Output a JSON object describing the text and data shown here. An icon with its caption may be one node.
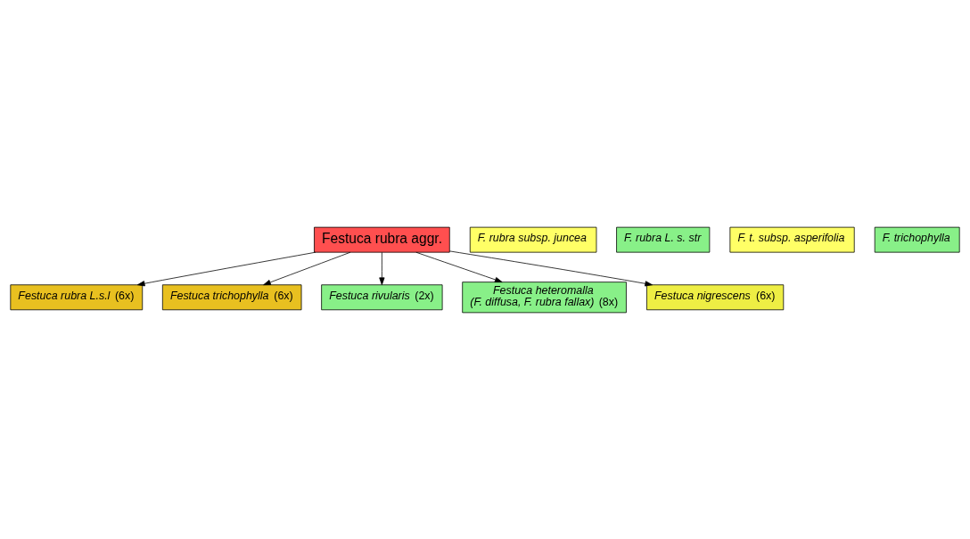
{
  "diagram": {
    "nodes": [
      {
        "text": [
          "Festuca rubra aggr."
        ]
      },
      {
        "text": [
          "*Festuca rubra L.s.l* (6x)"
        ]
      },
      {
        "text": [
          "*Festuca trichophylla* (6x)"
        ]
      },
      {
        "text": [
          "*F. rubra subsp. juncea*"
        ]
      },
      {
        "text": [
          "*F. rubra L. s. str*"
        ]
      },
      {
        "text": [
          "*F. t. subsp. asperifolia*"
        ]
      },
      {
        "text": [
          "*F. trichophylla*"
        ]
      },
      {
        "text": [
          "*Festuca rivularis* (2x)"
        ]
      },
      {
        "text": [
          "*Festuca heteromalla*",
          "*(F. diffusa, F. rubra fallax)* (8x)"
        ]
      },
      {
        "text": [
          "*Festuca nigrescens* (6x)"
        ]
      }
    ],
    "edges": [
      {
        "from": 0,
        "to": 1,
        "arrow": "to"
      },
      {
        "from": 0,
        "to": 2,
        "arrow": "to"
      },
      {
        "from": 0,
        "to": 8,
        "arrow": "to"
      },
      {
        "from": 0,
        "to": 7,
        "arrow": "to"
      },
      {
        "from": 0,
        "to": 9,
        "arrow": "to"
      }
    ]
  }
}
